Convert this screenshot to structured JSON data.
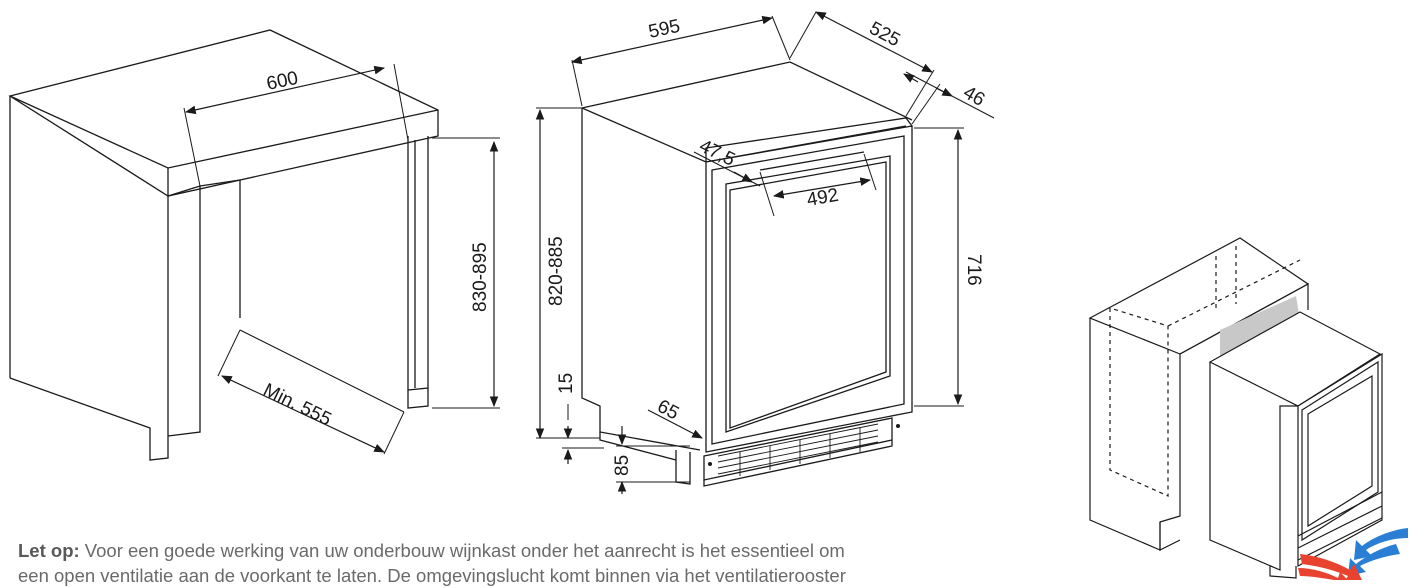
{
  "dimensions": {
    "cabinet_width": "600",
    "cabinet_height": "830-895",
    "cabinet_depth_min": "Min. 555",
    "unit_width": "595",
    "unit_depth": "525",
    "door_thickness": "46",
    "unit_height": "820-885",
    "door_height": "716",
    "hinge_offset": "47,5",
    "handle_width": "492",
    "foot_height": "15",
    "plinth_height": "85",
    "plinth_setback": "65"
  },
  "note": {
    "lead": "Let op:",
    "line1": "Voor een goede werking van uw onderbouw wijnkast onder het aanrecht is het essentieel om",
    "line2": "een open ventilatie aan de voorkant te laten. De omgevingslucht komt binnen via het ventilatierooster"
  },
  "colors": {
    "line": "#1a1a1a",
    "airflow_in": "#2a7fd4",
    "airflow_out": "#e8432e",
    "panel_shade": "#c8c8c8",
    "note_text": "#6a6a6a"
  }
}
